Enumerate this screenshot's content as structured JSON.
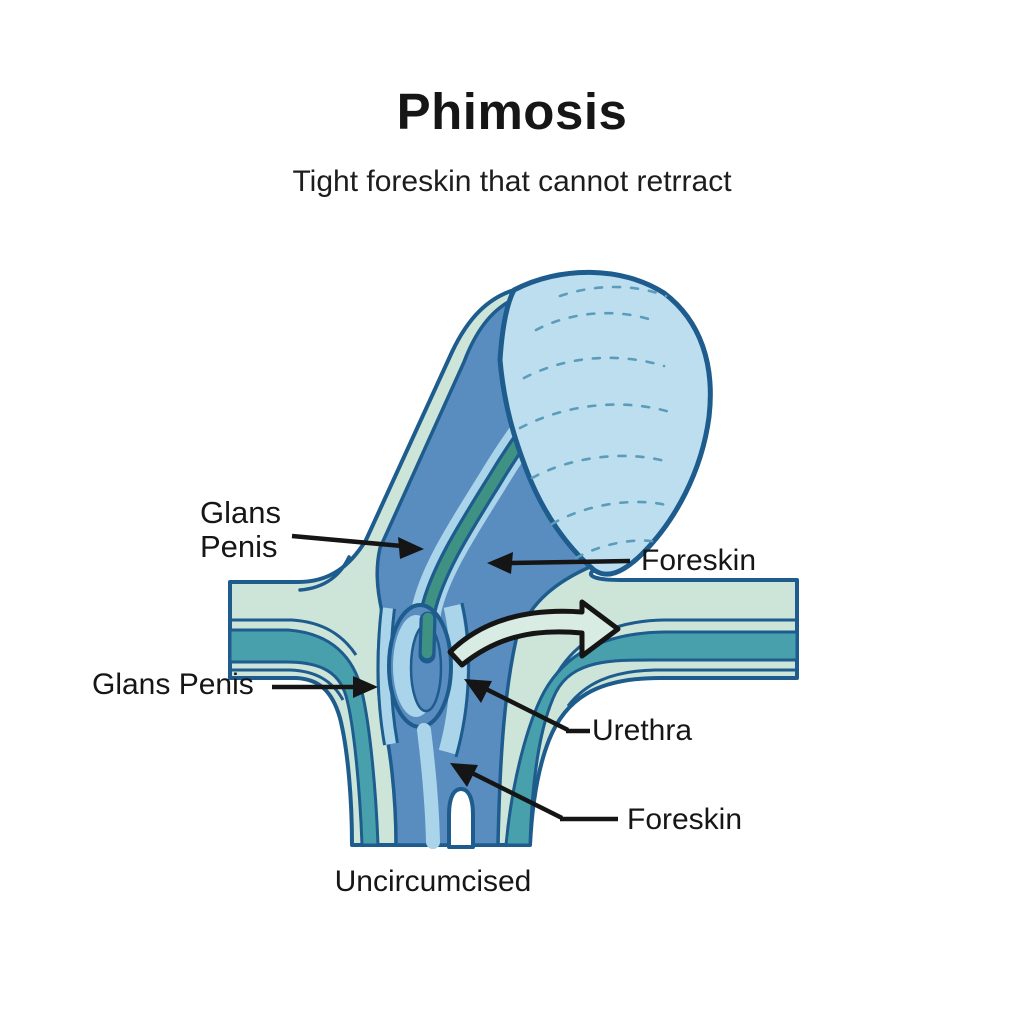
{
  "header": {
    "title": "Phimosis",
    "subtitle": "Tight foreskin that cannot retrract"
  },
  "labels": {
    "glans_penis_top": "Glans\nPenis",
    "foreskin_top": "Foreskin",
    "glans_penis_left": "Glans Penis",
    "urethra": "Urethra",
    "foreskin_bottom": "Foreskin"
  },
  "caption": "Uncircumcised",
  "icons": {
    "retraction_arrow": "curved-right-arrow"
  },
  "colors": {
    "background": "#ffffff",
    "outline": "#1d5c8d",
    "shaft_blue": "#5a8dbf",
    "glans_light_blue": "#bcdeee",
    "mint": "#cde4d9",
    "teal": "#47a0ab",
    "pale_blue": "#aad4ea",
    "urethra_green": "#3f9183",
    "dash_blue": "#5b9cba",
    "arrow_mint": "#d9ece3",
    "annotation_black": "#151515"
  }
}
